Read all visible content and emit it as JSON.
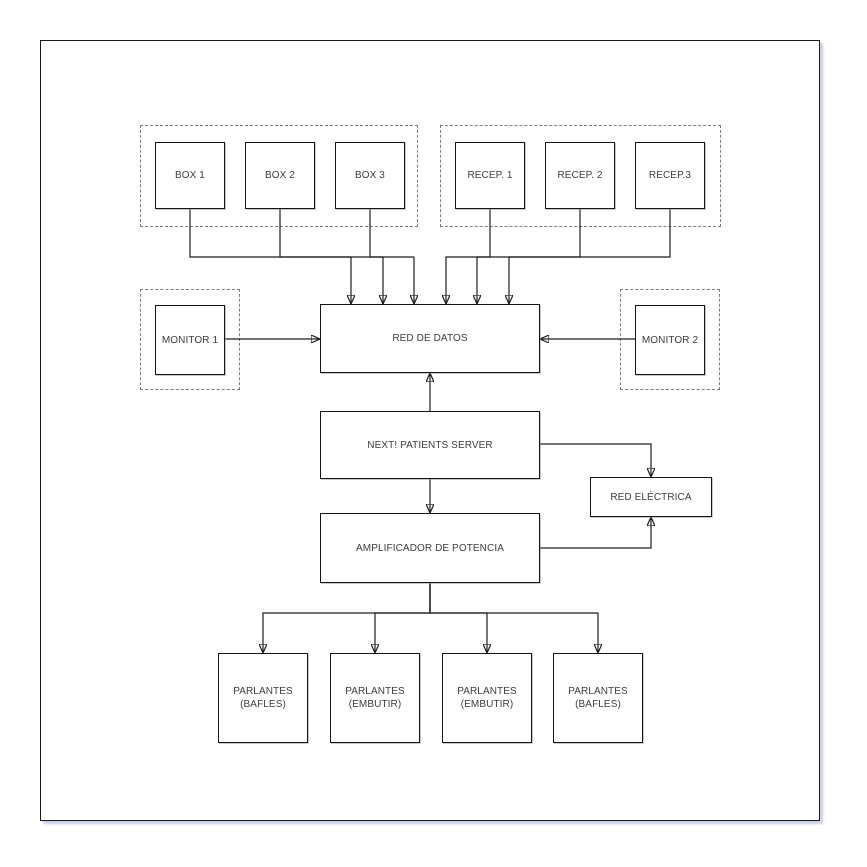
{
  "diagram_type": "network-wiring-diagram",
  "colors": {
    "background": "#ffffff",
    "page_border": "#1a1a1a",
    "page_shadow": "#c6c9e0",
    "node_fill": "#ffffff",
    "node_border": "#141414",
    "dashed_group_border": "#7d7d7d",
    "connector": "#1f1f1f",
    "label_text": "#3d3d3d"
  },
  "nodes": {
    "box1": {
      "label": "BOX 1"
    },
    "box2": {
      "label": "BOX 2"
    },
    "box3": {
      "label": "BOX 3"
    },
    "recep1": {
      "label": "RECEP. 1"
    },
    "recep2": {
      "label": "RECEP. 2"
    },
    "recep3": {
      "label": "RECEP.3"
    },
    "monitor1": {
      "label": "MONITOR 1"
    },
    "monitor2": {
      "label": "MONITOR 2"
    },
    "red_de_datos": {
      "label": "RED DE DATOS"
    },
    "server": {
      "label": "NEXT! PATIENTS SERVER"
    },
    "amplificador": {
      "label": "AMPLIFICADOR DE POTENCIA"
    },
    "red_electrica": {
      "label": "RED ELÉCTRICA"
    },
    "parlantes1": {
      "label": "PARLANTES (BAFLES)"
    },
    "parlantes2": {
      "label": "PARLANTES (EMBUTIR)"
    },
    "parlantes3": {
      "label": "PARLANTES (EMBUTIR)"
    },
    "parlantes4": {
      "label": "PARLANTES (BAFLES)"
    }
  },
  "edges": [
    {
      "from": "box1",
      "to": "red_de_datos"
    },
    {
      "from": "box2",
      "to": "red_de_datos"
    },
    {
      "from": "box3",
      "to": "red_de_datos"
    },
    {
      "from": "recep1",
      "to": "red_de_datos"
    },
    {
      "from": "recep2",
      "to": "red_de_datos"
    },
    {
      "from": "recep3",
      "to": "red_de_datos"
    },
    {
      "from": "monitor1",
      "to": "red_de_datos"
    },
    {
      "from": "monitor2",
      "to": "red_de_datos"
    },
    {
      "from": "server",
      "to": "red_de_datos"
    },
    {
      "from": "server",
      "to": "amplificador"
    },
    {
      "from": "server",
      "to": "red_electrica"
    },
    {
      "from": "amplificador",
      "to": "red_electrica"
    },
    {
      "from": "amplificador",
      "to": "parlantes1"
    },
    {
      "from": "amplificador",
      "to": "parlantes2"
    },
    {
      "from": "amplificador",
      "to": "parlantes3"
    },
    {
      "from": "amplificador",
      "to": "parlantes4"
    }
  ]
}
